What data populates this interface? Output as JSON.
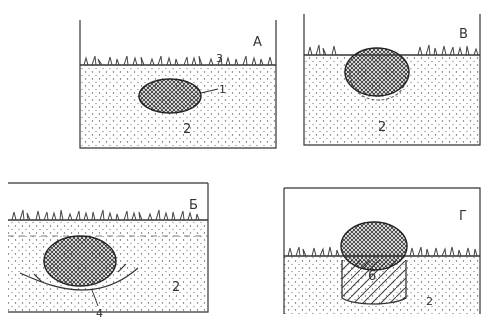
{
  "panels": [
    {
      "letter": "А",
      "labels": {
        "three": "3",
        "one": "1",
        "two": "2"
      }
    },
    {
      "letter": "В",
      "labels": {
        "two": "2"
      }
    },
    {
      "letter": "Б",
      "labels": {
        "two": "2",
        "four": "4"
      }
    },
    {
      "letter": "Г",
      "labels": {
        "six": "6",
        "two": "2"
      }
    }
  ],
  "colors": {
    "ink": "#333333",
    "paper": "#ffffff"
  }
}
